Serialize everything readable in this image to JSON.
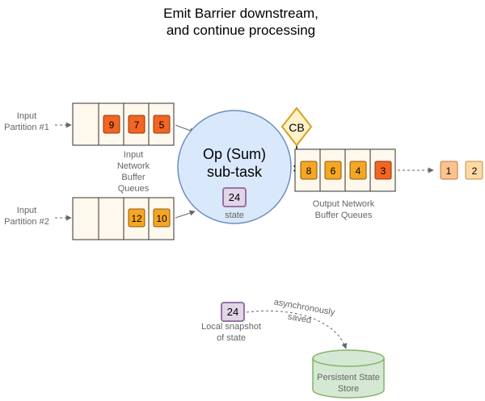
{
  "title": {
    "line1": "Emit Barrier downstream,",
    "line2": "and continue processing"
  },
  "inputs": {
    "partition1": {
      "line1": "Input",
      "line2": "Partition #1",
      "buffer": [
        "9",
        "7",
        "5"
      ]
    },
    "partition2": {
      "line1": "Input",
      "line2": "Partition #2",
      "buffer": [
        "12",
        "10"
      ]
    },
    "queues_label": [
      "Input",
      "Network",
      "Buffer",
      "Queues"
    ]
  },
  "operator": {
    "line1": "Op (Sum)",
    "line2": "sub-task",
    "state_value": "24",
    "state_label": "state"
  },
  "barrier": {
    "label": "CB"
  },
  "output": {
    "buffer": [
      "8",
      "6",
      "4",
      "3"
    ],
    "label_line1": "Output Network",
    "label_line2": "Buffer Queues",
    "emitted": [
      "1",
      "2"
    ]
  },
  "snapshot": {
    "value": "24",
    "label_line1": "Local snapshot",
    "label_line2": "of state",
    "arrow_line1": "asynchronously",
    "arrow_line2": "saved"
  },
  "store": {
    "line1": "Persistent State",
    "line2": "Store"
  },
  "colors": {
    "dark_orange": "#f26522",
    "light_orange": "#f5a623",
    "peach": "#fbc38f",
    "buffer_fill": "#fff8ec",
    "circle_fill": "#dae8fc",
    "circle_stroke": "#6c8ebf",
    "state_fill": "#e1d5e7",
    "state_stroke": "#9673a6",
    "barrier_fill": "#fff2cc",
    "barrier_stroke": "#d6a21b",
    "store_fill": "#d5e8d4",
    "store_stroke": "#82b366"
  }
}
